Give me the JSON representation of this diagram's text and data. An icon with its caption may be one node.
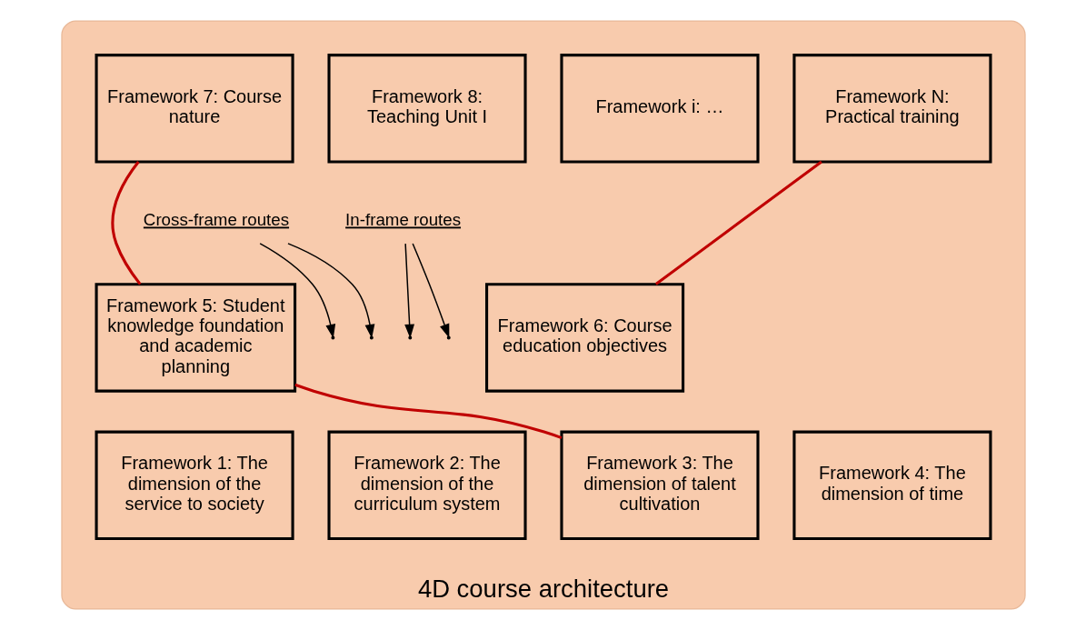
{
  "diagram": {
    "nodes": [
      {
        "text": [
          "4D course architecture"
        ]
      },
      {
        "text": [
          "Framework 7: Course nature"
        ],
        "in": 0
      },
      {
        "text": [
          "Framework 8: Teaching Unit I"
        ],
        "in": 0
      },
      {
        "text": [
          "Framework i: …"
        ],
        "in": 0
      },
      {
        "text": [
          "Framework N: Practical training"
        ],
        "in": 0
      },
      {
        "text": [
          "Cross-frame routes"
        ],
        "in": 0
      },
      {
        "text": [
          "In-frame routes"
        ],
        "in": 0
      },
      {
        "text": [
          "Framework 5: Student knowledge foundation and academic planning"
        ],
        "in": 0
      },
      {
        "text": [
          "Framework 6: Course education objectives"
        ],
        "in": 0
      },
      {
        "text": [
          "Framework 1: The dimension of the service to society"
        ],
        "in": 0
      },
      {
        "text": [
          "Framework 2: The dimension of the curriculum system"
        ],
        "in": 0
      },
      {
        "text": [
          "Framework 3: The dimension of talent cultivation"
        ],
        "in": 0
      },
      {
        "text": [
          "Framework 4: The dimension of time"
        ],
        "in": 0
      }
    ],
    "edges": [
      {
        "from": 1,
        "to": 7,
        "arrow": "none",
        "color": "#c00000"
      },
      {
        "from": 7,
        "to": 11,
        "arrow": "none",
        "color": "#c00000"
      },
      {
        "from": 4,
        "to": 8,
        "arrow": "none",
        "color": "#c00000"
      },
      {
        "from": 5,
        "to": null,
        "arrow": "to"
      },
      {
        "from": 5,
        "to": null,
        "arrow": "to"
      },
      {
        "from": 6,
        "to": null,
        "arrow": "to"
      },
      {
        "from": 6,
        "to": null,
        "arrow": "to"
      }
    ]
  }
}
